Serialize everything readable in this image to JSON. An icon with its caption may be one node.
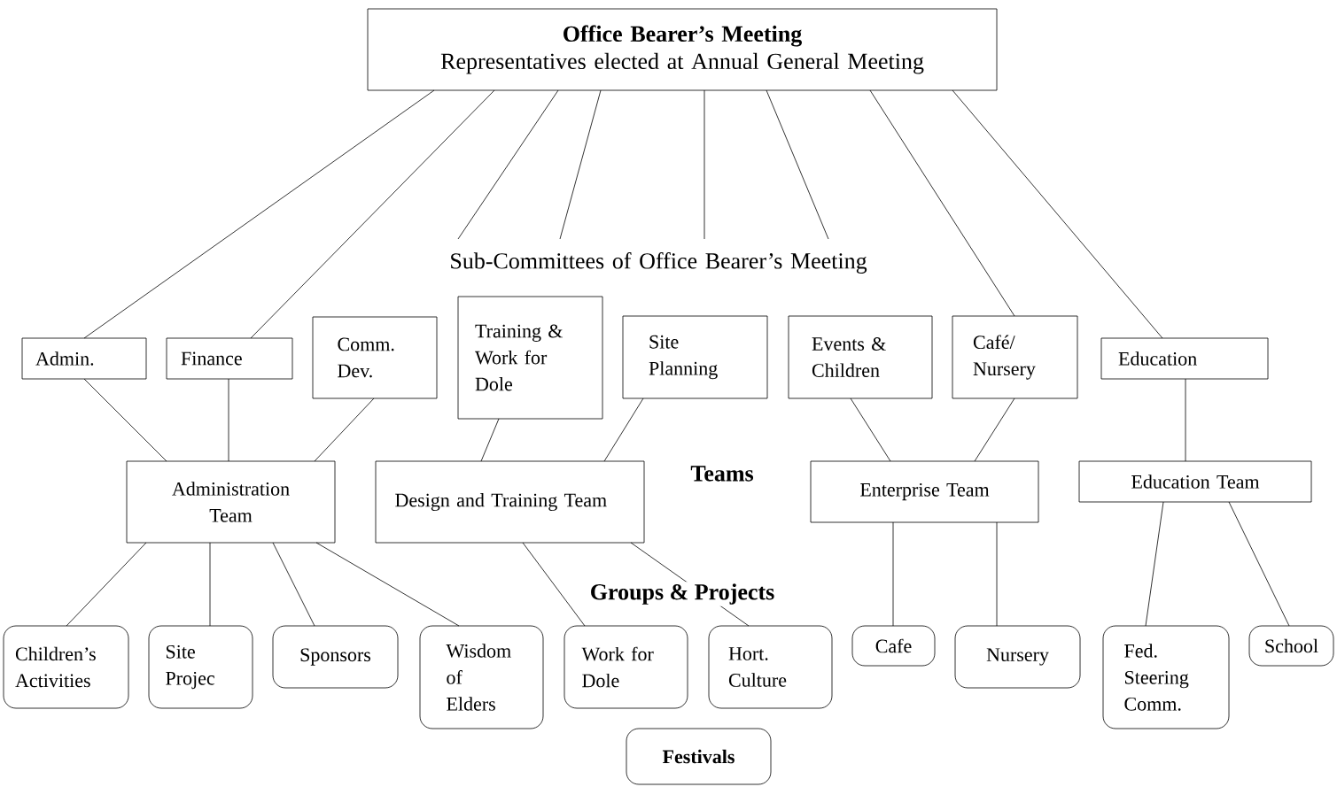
{
  "diagram": {
    "nodes": [
      {
        "text": [
          "Office Bearer’s Meeting",
          "Representatives elected at Annual General Meeting"
        ]
      },
      {
        "text": [
          "Sub-Committees of Office Bearer’s Meeting"
        ]
      },
      {
        "text": [
          "Admin."
        ]
      },
      {
        "text": [
          "Finance"
        ]
      },
      {
        "text": [
          "Comm. Dev."
        ]
      },
      {
        "text": [
          "Training & Work for Dole"
        ]
      },
      {
        "text": [
          "Site Planning"
        ]
      },
      {
        "text": [
          "Events & Children"
        ]
      },
      {
        "text": [
          "Café/ Nursery"
        ]
      },
      {
        "text": [
          "Education"
        ]
      },
      {
        "text": [
          "Administration Team"
        ]
      },
      {
        "text": [
          "Design and Training Team"
        ]
      },
      {
        "text": [
          "Enterprise Team"
        ]
      },
      {
        "text": [
          "Education Team"
        ]
      },
      {
        "text": [
          "Children’s Activities"
        ]
      },
      {
        "text": [
          "Site Projec"
        ]
      },
      {
        "text": [
          "Sponsors"
        ]
      },
      {
        "text": [
          "Wisdom of Elders"
        ]
      },
      {
        "text": [
          "Work for Dole"
        ]
      },
      {
        "text": [
          "Hort. Culture"
        ]
      },
      {
        "text": [
          "Cafe"
        ]
      },
      {
        "text": [
          "Nursery"
        ]
      },
      {
        "text": [
          "Fed. Steering Comm."
        ]
      },
      {
        "text": [
          "School"
        ]
      },
      {
        "text": [
          "Festivals"
        ]
      }
    ],
    "edges": [
      {
        "from": 0,
        "to": 2,
        "arrow": "none"
      },
      {
        "from": 0,
        "to": 3,
        "arrow": "none"
      },
      {
        "from": 0,
        "to": 1,
        "arrow": "none"
      },
      {
        "from": 0,
        "to": 1,
        "arrow": "none"
      },
      {
        "from": 0,
        "to": 1,
        "arrow": "none"
      },
      {
        "from": 0,
        "to": 1,
        "arrow": "none"
      },
      {
        "from": 0,
        "to": 8,
        "arrow": "none"
      },
      {
        "from": 0,
        "to": 9,
        "arrow": "none"
      },
      {
        "from": 2,
        "to": 10,
        "arrow": "none"
      },
      {
        "from": 3,
        "to": 10,
        "arrow": "none"
      },
      {
        "from": 4,
        "to": 10,
        "arrow": "none"
      },
      {
        "from": 5,
        "to": 11,
        "arrow": "none"
      },
      {
        "from": 6,
        "to": 11,
        "arrow": "none"
      },
      {
        "from": 7,
        "to": 12,
        "arrow": "none"
      },
      {
        "from": 8,
        "to": 12,
        "arrow": "none"
      },
      {
        "from": 9,
        "to": 13,
        "arrow": "none"
      },
      {
        "from": 10,
        "to": 14,
        "arrow": "none"
      },
      {
        "from": 10,
        "to": 15,
        "arrow": "none"
      },
      {
        "from": 10,
        "to": 16,
        "arrow": "none"
      },
      {
        "from": 10,
        "to": 17,
        "arrow": "none"
      },
      {
        "from": 11,
        "to": 18,
        "arrow": "none"
      },
      {
        "from": 11,
        "to": 19,
        "arrow": "none"
      },
      {
        "from": 12,
        "to": 20,
        "arrow": "none"
      },
      {
        "from": 12,
        "to": 21,
        "arrow": "none"
      },
      {
        "from": 13,
        "to": 22,
        "arrow": "none"
      },
      {
        "from": 13,
        "to": 23,
        "arrow": "none"
      }
    ],
    "labels": [
      "Teams",
      "Groups & Projects"
    ]
  }
}
